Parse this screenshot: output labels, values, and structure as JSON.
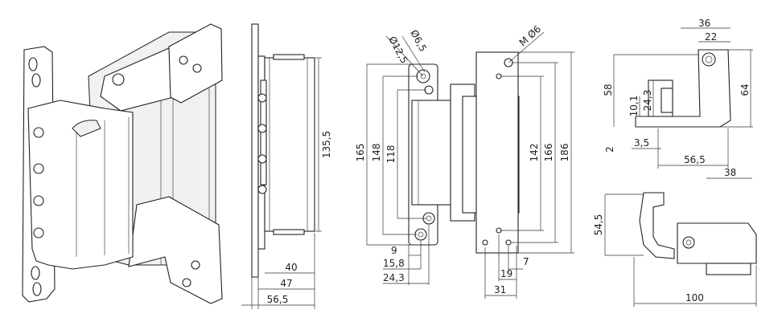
{
  "views": {
    "iso": {
      "title": ""
    },
    "side": {
      "dims": {
        "height": "135,5",
        "d40": "40",
        "d47": "47",
        "d56": "56,5"
      }
    },
    "front": {
      "dims": {
        "holeA": "Ø12,5",
        "holeB": "Ø6,5",
        "thread": "M Ø6",
        "h165": "165",
        "h148": "148",
        "h118": "118",
        "h142": "142",
        "h166": "166",
        "h186": "186",
        "d9": "9",
        "d15": "15,8",
        "d24": "24,3",
        "d19": "19",
        "d7": "7",
        "d31": "31"
      }
    },
    "top": {
      "dims": {
        "d36": "36",
        "d22": "22",
        "d58": "58",
        "d101": "10,1",
        "d243": "24,3",
        "d64": "64",
        "d2": "2",
        "d35": "3,5",
        "d565": "56,5",
        "d38": "38"
      }
    },
    "bottom": {
      "dims": {
        "d545": "54,5",
        "d100": "100"
      }
    }
  }
}
